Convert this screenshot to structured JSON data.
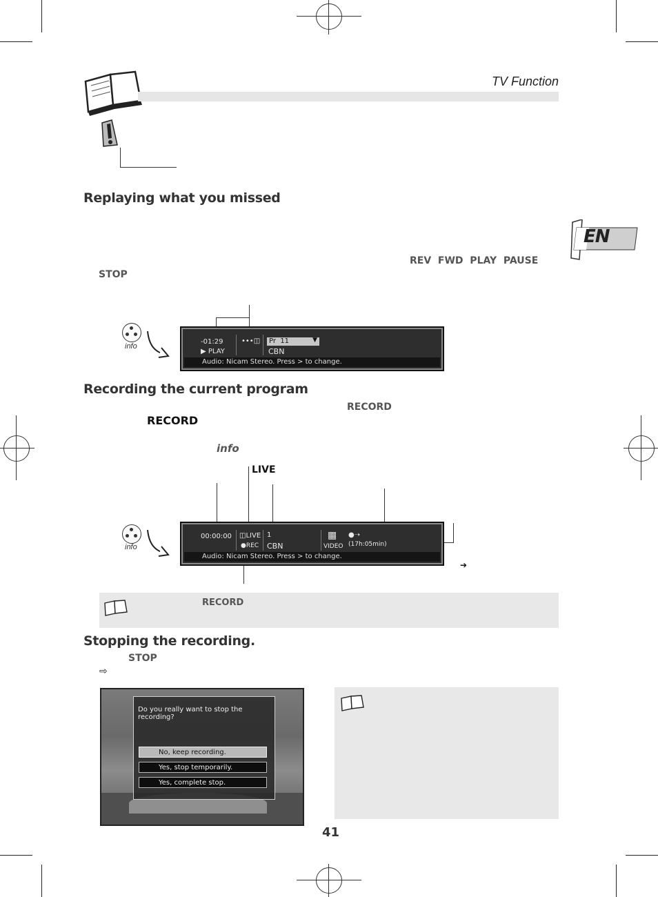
{
  "header": {
    "section": "TV Function"
  },
  "sections": {
    "replay": {
      "title": "Replaying what you missed",
      "keys": "REV  FWD  PLAY  PAUSE",
      "key_stop": "STOP"
    },
    "record": {
      "title": "Recording the current program",
      "key_record": "RECORD",
      "key_record_dark": "RECORD",
      "key_info": "info",
      "label_live": "LIVE"
    },
    "stopping": {
      "title": "Stopping the recording.",
      "key_stop": "STOP",
      "arrow": "⇨"
    }
  },
  "lang_tab": "EN",
  "info_label": "info",
  "osd1": {
    "time": "-01:29",
    "status": "▶ PLAY",
    "channel_number": "Pr  11",
    "channel_name": "CBN",
    "audio": "Audio: Nicam Stereo. Press > to change."
  },
  "osd2": {
    "time": "00:00:00",
    "live": "LIVE",
    "rec": "●REC",
    "channel_number": "1",
    "channel_name": "CBN",
    "video": "VIDEO",
    "remaining": "(17h:05min)",
    "audio": "Audio: Nicam Stereo. Press > to change."
  },
  "note1": {
    "key": "RECORD"
  },
  "side_arrow": "➔",
  "dialog": {
    "question": "Do you really want to stop the recording?",
    "options": [
      "No, keep recording.",
      "Yes, stop temporarily.",
      "Yes, complete stop."
    ]
  },
  "page_number": "41"
}
